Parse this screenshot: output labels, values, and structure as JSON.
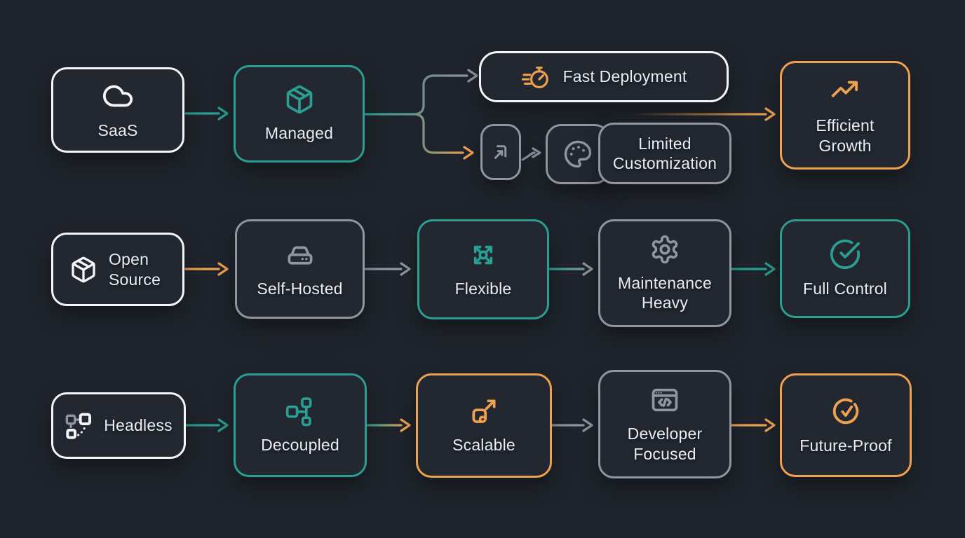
{
  "palette": {
    "teal": "#2a9e92",
    "orange": "#eea14f",
    "gray": "#8f96a0",
    "white": "#f3f5f7",
    "text": "#e9edf2",
    "bg": "#1f242c"
  },
  "nodes": {
    "saas": {
      "label": "SaaS",
      "icon": "cloud-icon",
      "accent": "white"
    },
    "managed": {
      "label": "Managed",
      "icon": "package-icon",
      "accent": "teal"
    },
    "fast_deployment": {
      "label": "Fast Deployment",
      "icon": "stopwatch-icon",
      "accent": "white"
    },
    "redirect": {
      "icon": "redirect-arrow-icon",
      "accent": "gray"
    },
    "palette_box": {
      "icon": "palette-icon",
      "accent": "gray"
    },
    "limited_customization": {
      "label": "Limited Customization",
      "accent": "gray"
    },
    "efficient_growth": {
      "label": "Efficient Growth",
      "icon": "trending-up-icon",
      "accent": "orange"
    },
    "open_source": {
      "label": "Open Source",
      "icon": "package-icon",
      "accent": "white"
    },
    "self_hosted": {
      "label": "Self-Hosted",
      "icon": "hard-drive-icon",
      "accent": "gray"
    },
    "flexible": {
      "label": "Flexible",
      "icon": "expand-arrows-icon",
      "accent": "teal"
    },
    "maintenance_heavy": {
      "label": "Maintenance Heavy",
      "icon": "gear-icon",
      "accent": "gray"
    },
    "full_control": {
      "label": "Full Control",
      "icon": "check-circle-icon",
      "accent": "teal"
    },
    "headless": {
      "label": "Headless",
      "icon": "disconnected-nodes-icon",
      "accent": "white"
    },
    "decoupled": {
      "label": "Decoupled",
      "icon": "split-nodes-icon",
      "accent": "teal"
    },
    "scalable": {
      "label": "Scalable",
      "icon": "scale-up-icon",
      "accent": "orange"
    },
    "developer_focused": {
      "label": "Developer Focused",
      "icon": "code-window-icon",
      "accent": "gray"
    },
    "future_proof": {
      "label": "Future-Proof",
      "icon": "dashed-check-circle-icon",
      "accent": "orange"
    }
  },
  "edges": [
    {
      "from": "saas",
      "to": "managed",
      "color": "teal"
    },
    {
      "from": "managed",
      "to": "fast_deployment",
      "color": "teal-to-gray"
    },
    {
      "from": "managed",
      "to": "redirect",
      "color": "teal-to-orange"
    },
    {
      "from": "redirect",
      "to": "limited_customization",
      "color": "gray"
    },
    {
      "from": "fast_deployment",
      "to": "efficient_growth",
      "color": "orange-fade-in"
    },
    {
      "from": "open_source",
      "to": "self_hosted",
      "color": "orange"
    },
    {
      "from": "self_hosted",
      "to": "flexible",
      "color": "gray"
    },
    {
      "from": "flexible",
      "to": "maintenance_heavy",
      "color": "teal-to-gray"
    },
    {
      "from": "maintenance_heavy",
      "to": "full_control",
      "color": "teal"
    },
    {
      "from": "headless",
      "to": "decoupled",
      "color": "teal"
    },
    {
      "from": "decoupled",
      "to": "scalable",
      "color": "teal-to-orange"
    },
    {
      "from": "scalable",
      "to": "developer_focused",
      "color": "gray"
    },
    {
      "from": "developer_focused",
      "to": "future_proof",
      "color": "orange"
    }
  ]
}
